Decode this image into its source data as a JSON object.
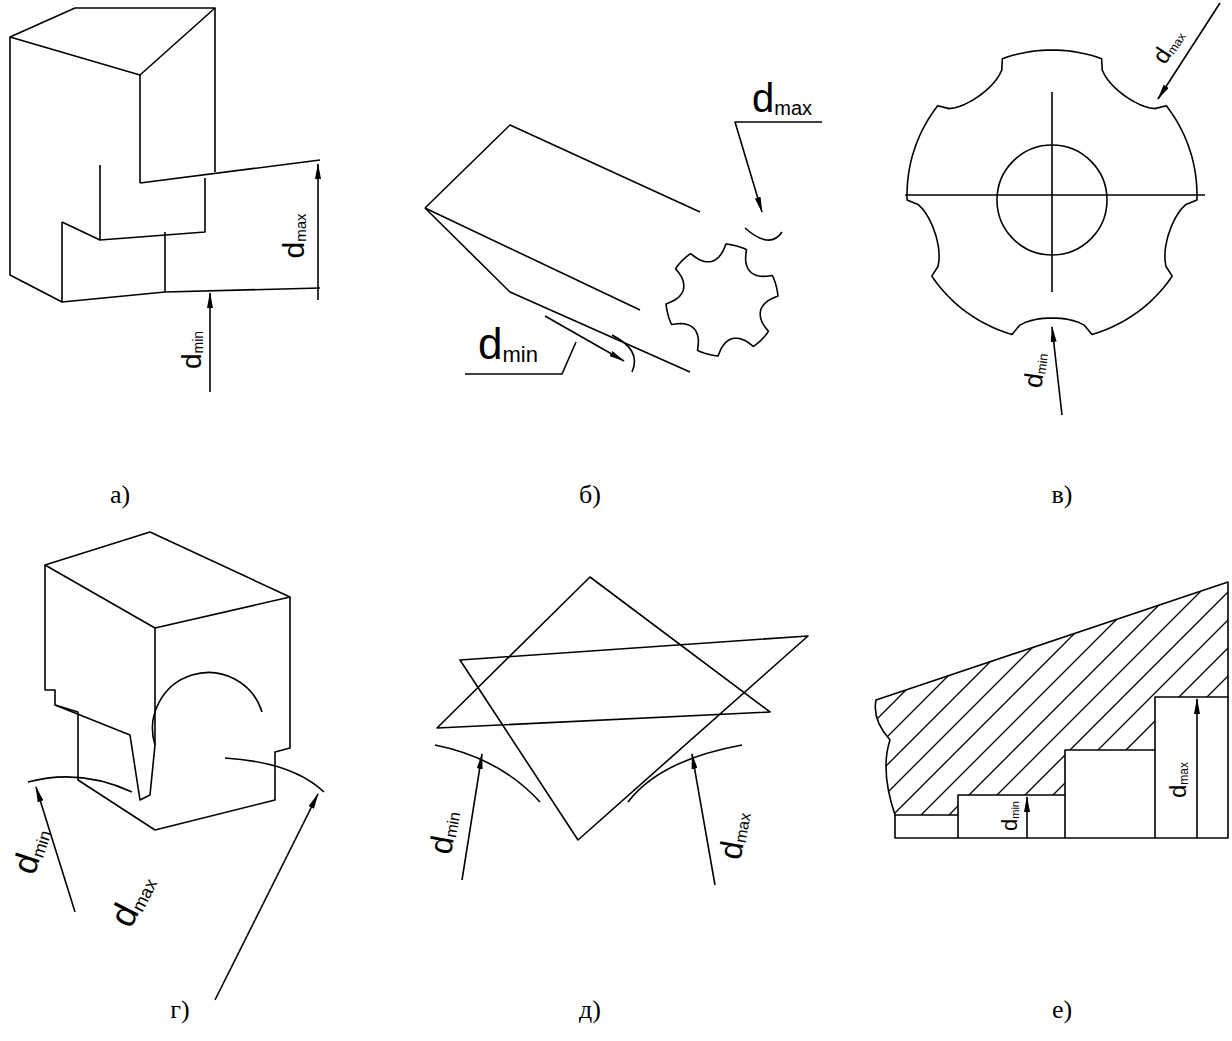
{
  "diagram": {
    "labels": [
      "d",
      "max",
      "d",
      "min",
      "а)",
      "d",
      "max",
      "d",
      "min",
      "б)",
      "d",
      "max",
      "d",
      "min",
      "в)",
      "d",
      "min",
      "d",
      "max",
      "г)",
      "d",
      "min",
      "d",
      "max",
      "д)",
      "d",
      "min",
      "d",
      "max",
      "е)"
    ]
  }
}
